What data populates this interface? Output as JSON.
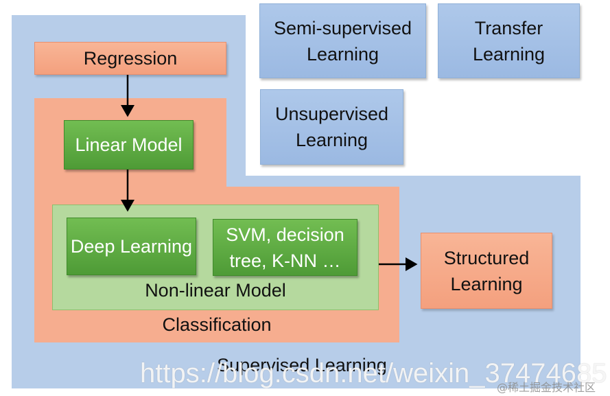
{
  "boxes": {
    "semi_supervised": "Semi-supervised Learning",
    "transfer": "Transfer Learning",
    "unsupervised": "Unsupervised Learning",
    "regression": "Regression",
    "linear_model": "Linear Model",
    "deep_learning": "Deep Learning",
    "svm": "SVM, decision tree, K-NN …",
    "non_linear_model": "Non-linear Model",
    "classification": "Classification",
    "structured": "Structured Learning",
    "supervised": "Supervised Learning"
  },
  "watermark": {
    "url": "https://blog.csdn.net/weixin_37474685",
    "community": "@稀土掘金技术社区"
  },
  "colors": {
    "supervised_region": "#b7cde9",
    "blue_box": "#a5c1e6",
    "salmon": "#f6ad8f",
    "green": "#5ea843",
    "green_frame": "#b5d99e"
  }
}
